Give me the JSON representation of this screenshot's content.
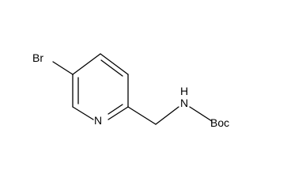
{
  "molecule": {
    "atoms": {
      "bromine": "Br",
      "ring_nitrogen": "N",
      "amine_nitrogen": "N",
      "amine_hydrogen": "H",
      "protecting_group": "Boc"
    }
  },
  "colors": {
    "bond": "#000000",
    "text": "#000000",
    "background": "#ffffff"
  }
}
